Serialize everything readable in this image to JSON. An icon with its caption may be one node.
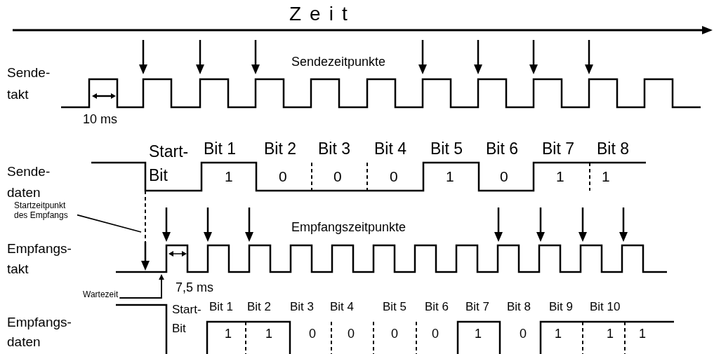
{
  "diagram": {
    "nodes": [
      {
        "text": [
          "Startzeitpunkt des Empfangs"
        ]
      },
      {
        "text": [
          "Wartezeit"
        ]
      }
    ],
    "edges": [
      {
        "from": 0,
        "to": null,
        "arrow": "none"
      },
      {
        "from": 1,
        "to": null,
        "arrow": "to"
      }
    ],
    "labels": [
      "Zeit",
      "Sendezeitpunkte",
      "Sende- takt",
      "10 ms",
      "Sende- daten",
      "Start- Bit",
      "Bit 1",
      "Bit 2",
      "Bit 3",
      "Bit 4",
      "Bit 5",
      "Bit 6",
      "Bit 7",
      "Bit 8",
      "1",
      "0",
      "0",
      "0",
      "1",
      "0",
      "1",
      "1",
      "Empfangszeitpunkte",
      "Empfangs- takt",
      "7,5 ms",
      "Empfangs- daten",
      "Start- Bit",
      "Bit 1",
      "Bit 2",
      "Bit 3",
      "Bit 4",
      "Bit 5",
      "Bit 6",
      "Bit 7",
      "Bit 8",
      "Bit 9",
      "Bit 10",
      "1",
      "1",
      "0",
      "0",
      "0",
      "0",
      "1",
      "0",
      "1",
      "1",
      "1"
    ]
  }
}
